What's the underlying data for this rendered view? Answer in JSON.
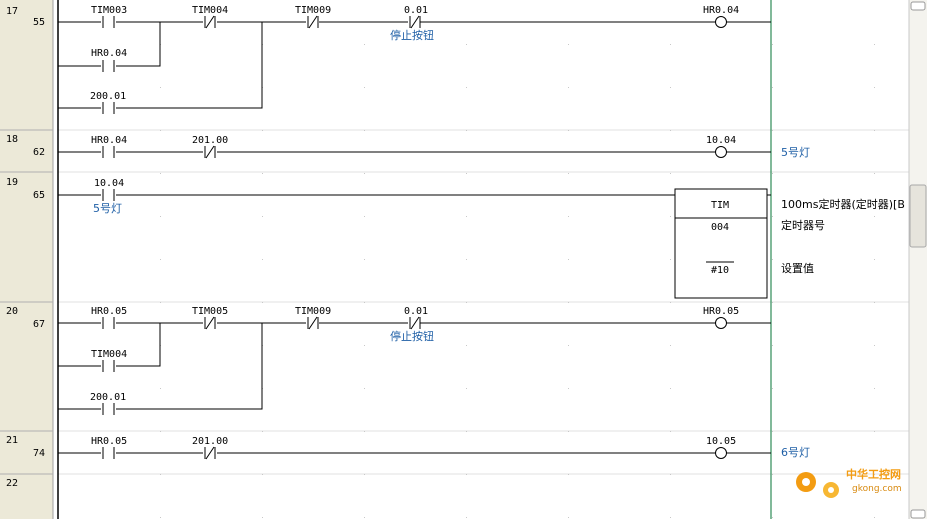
{
  "colors": {
    "rung_margin": "#ece9d8",
    "rail_right": "#2e8b57",
    "comment_text": "#1f5fa6",
    "grid_dot": "#c8c8c8",
    "watermark": "#f39c12"
  },
  "rungs": [
    {
      "no": "17",
      "step": "55",
      "contacts": [
        "TIM003",
        "TIM004",
        "TIM009",
        "0.01",
        "HR0.04",
        "200.01"
      ],
      "coil": "HR0.04",
      "contact_comment": "停止按钮"
    },
    {
      "no": "18",
      "step": "62",
      "contacts": [
        "HR0.04",
        "201.00"
      ],
      "coil": "10.04",
      "coil_comment": "5号灯"
    },
    {
      "no": "19",
      "step": "65",
      "contact": "10.04",
      "contact_comment": "5号灯",
      "block": {
        "instruction": "TIM",
        "operand1": "004",
        "operand2": "#10"
      },
      "comments": [
        "100ms定时器(定时器)[B",
        "定时器号",
        "设置值"
      ]
    },
    {
      "no": "20",
      "step": "67",
      "contacts": [
        "HR0.05",
        "TIM005",
        "TIM009",
        "0.01",
        "TIM004",
        "200.01"
      ],
      "coil": "HR0.05",
      "contact_comment": "停止按钮"
    },
    {
      "no": "21",
      "step": "74",
      "contacts": [
        "HR0.05",
        "201.00"
      ],
      "coil": "10.05",
      "coil_comment": "6号灯"
    },
    {
      "no": "22",
      "step": ""
    }
  ],
  "watermark": {
    "title": "中华工控网",
    "url": "gkong.com"
  }
}
